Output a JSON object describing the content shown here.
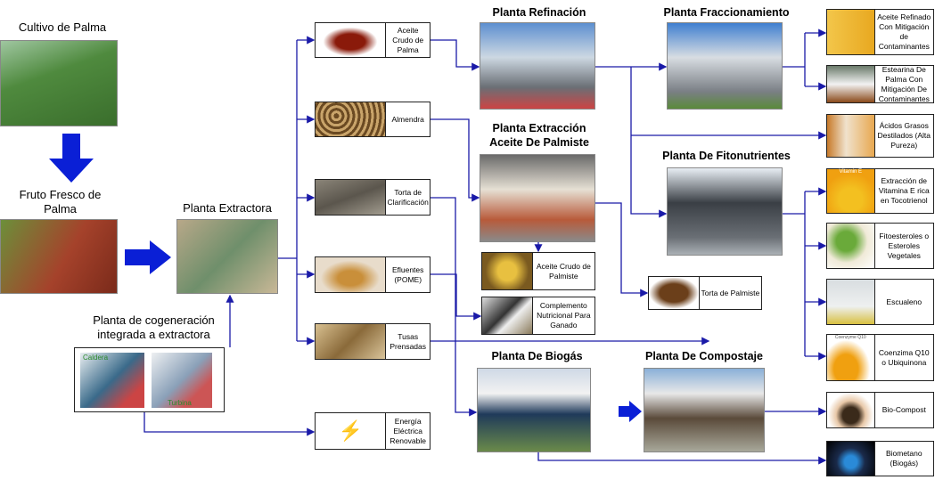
{
  "stages": {
    "cultivo": "Cultivo de Palma",
    "fruto": "Fruto  Fresco de Palma",
    "extractora": "Planta Extractora",
    "cogeneracion": "Planta de cogeneración integrada a extractora",
    "caldera": "Caldera",
    "turbina": "Turbina",
    "refinacion": "Planta Refinación",
    "palmiste": "Planta Extracción Aceite De Palmiste",
    "biogas": "Planta De Biogás",
    "compostaje": "Planta De Compostaje",
    "fraccionamiento": "Planta Fraccionamiento",
    "fitonutrientes": "Planta De Fitonutrientes"
  },
  "products": {
    "aceite_crudo": "Aceite Crudo de Palma",
    "almendra": "Almendra",
    "torta_clarificacion": "Torta de Clarificación",
    "efluentes": "Efluentes (POME)",
    "tusas": "Tusas Prensadas",
    "energia": "Energía Eléctrica Renovable",
    "aceite_palmiste": "Aceite Crudo de Palmiste",
    "complemento": "Complemento Nutricional Para Ganado",
    "torta_palmiste": "Torta de Palmiste"
  },
  "final_products": [
    "Aceite Refinado Con Mitigación de Contaminantes",
    "Estearina De Palma Con Mitigación De Contaminantes",
    "Ácidos Grasos Destilados (Alta Pureza)",
    "Extracción de Vitamina E rica en Tocotrienol",
    "Fitoesteroles o Esteroles Vegetales",
    "Escualeno",
    "Coenzima Q10 o Ubiquinona",
    "Bio-Compost",
    "Biometano (Biogás)"
  ],
  "image_captions": {
    "vitamin": "Vitamin E",
    "coq10": "Coenzyme Q10"
  },
  "colors": {
    "line": "#1a1aa8",
    "arrow": "#0a1fd6"
  }
}
